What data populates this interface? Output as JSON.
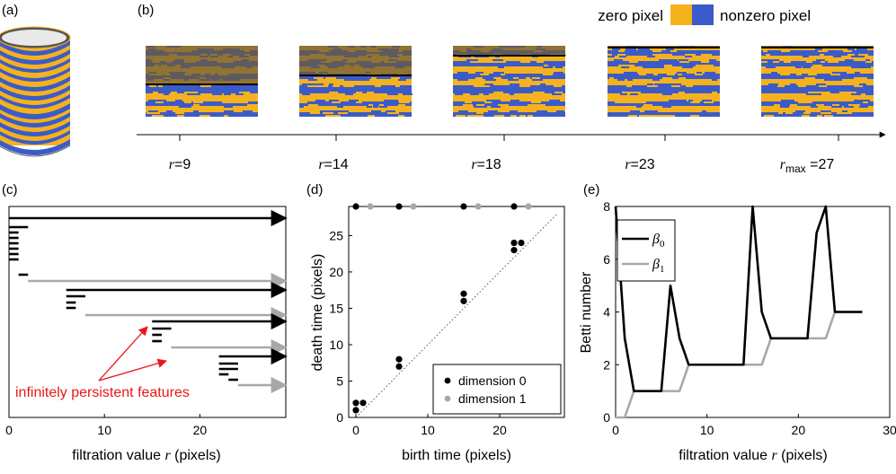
{
  "panels": {
    "a": {
      "label": "(a)"
    },
    "b": {
      "label": "(b)",
      "legend_zero": "zero pixel",
      "legend_nonzero": "nonzero pixel",
      "colors": {
        "zero": "#f5b21d",
        "nonzero": "#3b5bc9",
        "shade": "#6b5a3a"
      },
      "frames": [
        {
          "var": "r",
          "eq": "=9"
        },
        {
          "var": "r",
          "eq": "=14"
        },
        {
          "var": "r",
          "eq": "=18"
        },
        {
          "var": "r",
          "eq": "=23"
        },
        {
          "var": "r",
          "sub": "max",
          "eq": "=27"
        }
      ]
    },
    "c": {
      "label": "(c)",
      "annotation": "infinitely persistent features",
      "xlabel_pre": "filtration value ",
      "xlabel_var": "r",
      "xlabel_post": " (pixels)",
      "xticks": [
        "0",
        "10",
        "20"
      ]
    },
    "d": {
      "label": "(d)",
      "xlabel": "birth time (pixels)",
      "ylabel": "death time (pixels)",
      "xticks": [
        "0",
        "10",
        "20"
      ],
      "yticks": [
        "0",
        "5",
        "10",
        "15",
        "20",
        "25"
      ],
      "legend": [
        "dimension 0",
        "dimension 1"
      ]
    },
    "e": {
      "label": "(e)",
      "xlabel_pre": "filtration value ",
      "xlabel_var": "r",
      "xlabel_post": " (pixels)",
      "ylabel": "Betti number",
      "xticks": [
        "0",
        "10",
        "20",
        "30"
      ],
      "yticks": [
        "0",
        "2",
        "4",
        "6",
        "8"
      ],
      "legend_sym": "β",
      "legend": [
        "0",
        "1"
      ]
    }
  },
  "chart_data": [
    {
      "type": "barcode",
      "x_range": [
        0,
        29
      ],
      "dimension0": [
        [
          0,
          "inf"
        ],
        [
          0,
          2
        ],
        [
          0,
          1
        ],
        [
          0,
          1
        ],
        [
          0,
          1
        ],
        [
          0,
          1
        ],
        [
          0,
          1
        ],
        [
          0,
          1
        ],
        [
          1,
          2
        ],
        [
          6,
          "inf"
        ],
        [
          6,
          8
        ],
        [
          6,
          7
        ],
        [
          6,
          7
        ],
        [
          15,
          "inf"
        ],
        [
          15,
          17
        ],
        [
          15,
          16
        ],
        [
          15,
          16
        ],
        [
          22,
          "inf"
        ],
        [
          22,
          24
        ],
        [
          22,
          24
        ],
        [
          22,
          23
        ],
        [
          23,
          24
        ]
      ],
      "dimension1": [
        [
          2,
          "inf"
        ],
        [
          8,
          "inf"
        ],
        [
          17,
          "inf"
        ],
        [
          24,
          "inf"
        ]
      ]
    },
    {
      "type": "scatter",
      "xlim": [
        -1,
        29
      ],
      "ylim": [
        0,
        29
      ],
      "series": [
        {
          "name": "dimension 0",
          "color": "#000000",
          "points": [
            [
              0,
              29
            ],
            [
              6,
              29
            ],
            [
              15,
              29
            ],
            [
              22,
              29
            ],
            [
              0,
              1
            ],
            [
              0,
              2
            ],
            [
              1,
              2
            ],
            [
              6,
              8
            ],
            [
              6,
              7
            ],
            [
              15,
              17
            ],
            [
              15,
              16
            ],
            [
              22,
              24
            ],
            [
              23,
              24
            ],
            [
              22,
              23
            ]
          ]
        },
        {
          "name": "dimension 1",
          "color": "#a8a8a8",
          "points": [
            [
              2,
              29
            ],
            [
              8,
              29
            ],
            [
              17,
              29
            ],
            [
              24,
              29
            ]
          ]
        }
      ],
      "diagonal": true
    },
    {
      "type": "line",
      "xlim": [
        0,
        30
      ],
      "ylim": [
        0,
        8
      ],
      "series": [
        {
          "name": "β0",
          "color": "#000000",
          "x": [
            0,
            1,
            2,
            3,
            4,
            5,
            6,
            7,
            8,
            9,
            10,
            11,
            12,
            13,
            14,
            15,
            16,
            17,
            18,
            19,
            20,
            21,
            22,
            23,
            24,
            25,
            26,
            27
          ],
          "y": [
            8,
            3,
            1,
            1,
            1,
            1,
            5,
            3,
            2,
            2,
            2,
            2,
            2,
            2,
            2,
            8,
            4,
            3,
            3,
            3,
            3,
            3,
            7,
            8,
            4,
            4,
            4,
            4
          ]
        },
        {
          "name": "β1",
          "color": "#a8a8a8",
          "x": [
            0,
            1,
            2,
            3,
            4,
            5,
            6,
            7,
            8,
            9,
            10,
            11,
            12,
            13,
            14,
            15,
            16,
            17,
            18,
            19,
            20,
            21,
            22,
            23,
            24,
            25,
            26,
            27
          ],
          "y": [
            0,
            0,
            1,
            1,
            1,
            1,
            1,
            1,
            2,
            2,
            2,
            2,
            2,
            2,
            2,
            2,
            2,
            3,
            3,
            3,
            3,
            3,
            3,
            3,
            4,
            4,
            4,
            4
          ]
        }
      ]
    }
  ]
}
